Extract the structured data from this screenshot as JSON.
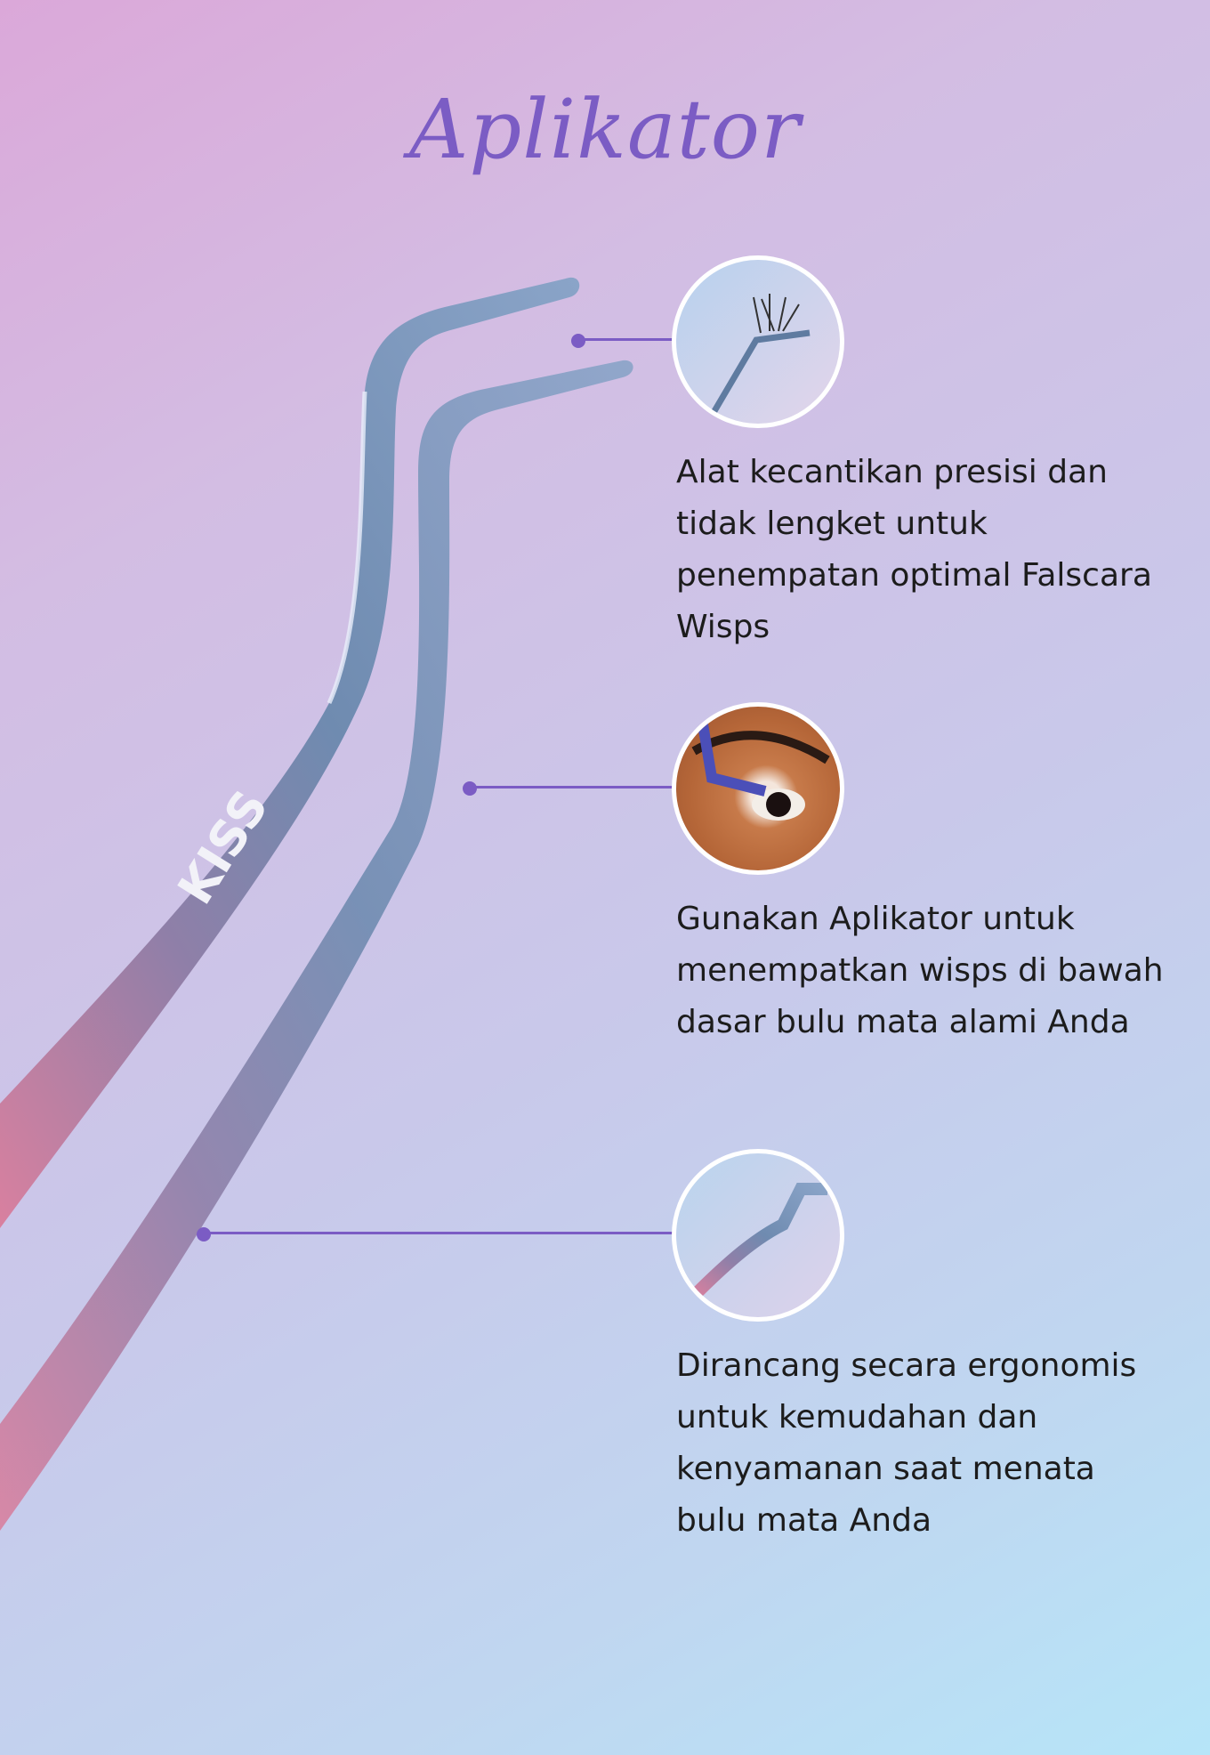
{
  "title": "Aplikator",
  "brand_mark": "KISS",
  "features": [
    {
      "icon": "tweezer-tip-with-wisps",
      "text": "Alat kecantikan presisi dan tidak lengket untuk penempatan optimal Falscara Wisps"
    },
    {
      "icon": "eye-application",
      "text": "Gunakan Aplikator untuk menempatkan wisps di bawah dasar bulu mata alami Anda"
    },
    {
      "icon": "tweezer-handle",
      "text": "Dirancang secara ergonomis untuk kemudahan dan kenyamanan saat menata bulu mata Anda"
    }
  ],
  "colors": {
    "accent": "#7b5cc4",
    "text": "#1c1c1c"
  }
}
